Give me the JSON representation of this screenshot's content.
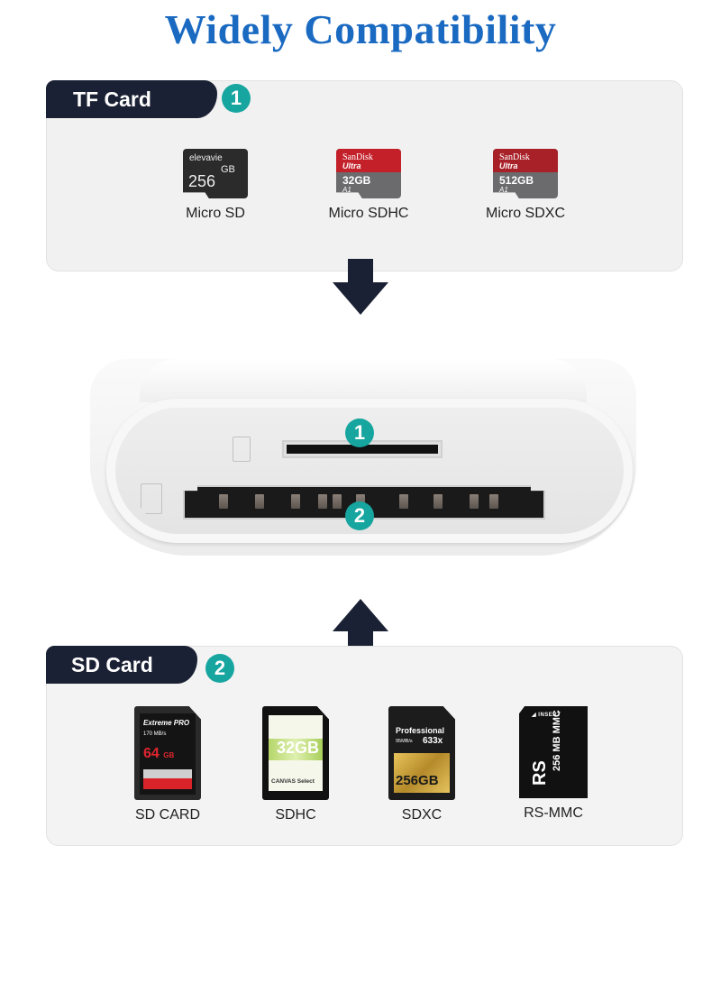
{
  "title": "Widely Compatibility",
  "tf_section": {
    "tab_label": "TF Card",
    "badge": "1",
    "cards": [
      {
        "label": "Micro SD",
        "brand": "elevavie",
        "capacity": "256",
        "unit": "GB"
      },
      {
        "label": "Micro SDHC",
        "brand": "SanDisk",
        "line": "Ultra",
        "capacity": "32GB",
        "class": "A1"
      },
      {
        "label": "Micro SDXC",
        "brand": "SanDisk",
        "line": "Ultra",
        "capacity": "512GB",
        "class": "A1"
      }
    ]
  },
  "reader": {
    "slot_1_badge": "1",
    "slot_2_badge": "2"
  },
  "sd_section": {
    "tab_label": "SD Card",
    "badge": "2",
    "cards": [
      {
        "label": "SD CARD",
        "line": "Extreme PRO",
        "speed": "170 MB/s",
        "capacity": "64",
        "unit": "GB"
      },
      {
        "label": "SDHC",
        "capacity": "32GB",
        "line": "CANVAS Select"
      },
      {
        "label": "SDXC",
        "line": "Professional",
        "speed": "95MB/s",
        "rating": "633x",
        "capacity": "256GB"
      },
      {
        "label": "RS-MMC",
        "insert": "INSERT",
        "brand": "RS",
        "model": "MMC",
        "capacity": "256 MB"
      }
    ]
  },
  "colors": {
    "title": "#1a6ac2",
    "tab_bg": "#1b2134",
    "badge": "#17a59f",
    "arrow": "#1b2134",
    "panel_bg": "#f1f1f1"
  }
}
